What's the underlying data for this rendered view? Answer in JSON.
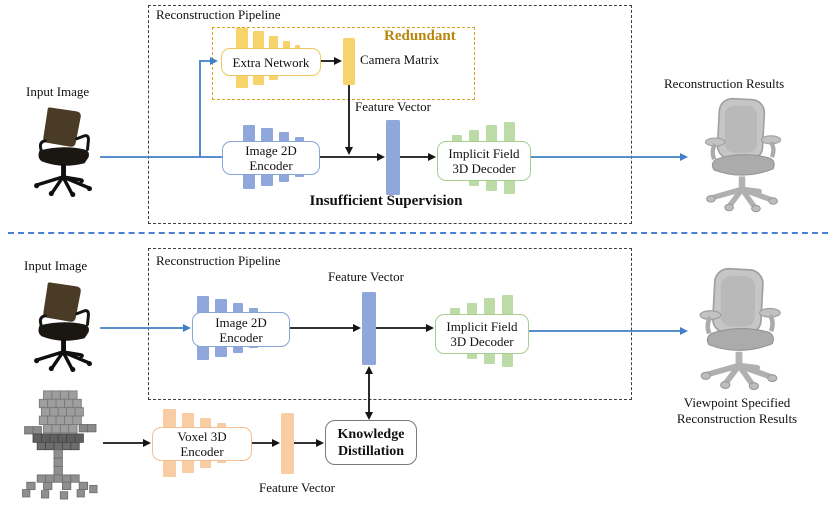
{
  "colors": {
    "divider_blue": "#4A7FD4",
    "arrow_blue": "#4080C6",
    "arrow_black": "#141414",
    "yellow_accent": "#F7D36B",
    "yellow_dashed_border": "#D9A521",
    "redundant_text": "#B8860B",
    "blue_accent": "#8FA7DB",
    "green_accent": "#BCDBA6",
    "orange_accent": "#F8CDA4"
  },
  "top": {
    "pipeline_label": "Reconstruction Pipeline",
    "input_image_label": "Input Image",
    "redundant_label": "Redundant",
    "extra_network_label": "Extra Network",
    "camera_matrix_label": "Camera Matrix",
    "feature_vector_label": "Feature Vector",
    "encoder_label_line1": "Image 2D",
    "encoder_label_line2": "Encoder",
    "decoder_label_line1": "Implicit Field",
    "decoder_label_line2": "3D Decoder",
    "insufficient_label": "Insufficient Supervision",
    "results_label": "Reconstruction Results"
  },
  "bottom": {
    "pipeline_label": "Reconstruction Pipeline",
    "input_image_label": "Input Image",
    "feature_vector_top_label": "Feature Vector",
    "encoder_label_line1": "Image 2D",
    "encoder_label_line2": "Encoder",
    "decoder_label_line1": "Implicit Field",
    "decoder_label_line2": "3D Decoder",
    "voxel_encoder_label_line1": "Voxel 3D",
    "voxel_encoder_label_line2": "Encoder",
    "kd_label_line1": "Knowledge",
    "kd_label_line2": "Distillation",
    "feature_vector_bottom_label": "Feature Vector",
    "results_label_line1": "Viewpoint Specified",
    "results_label_line2": "Reconstruction Results"
  }
}
